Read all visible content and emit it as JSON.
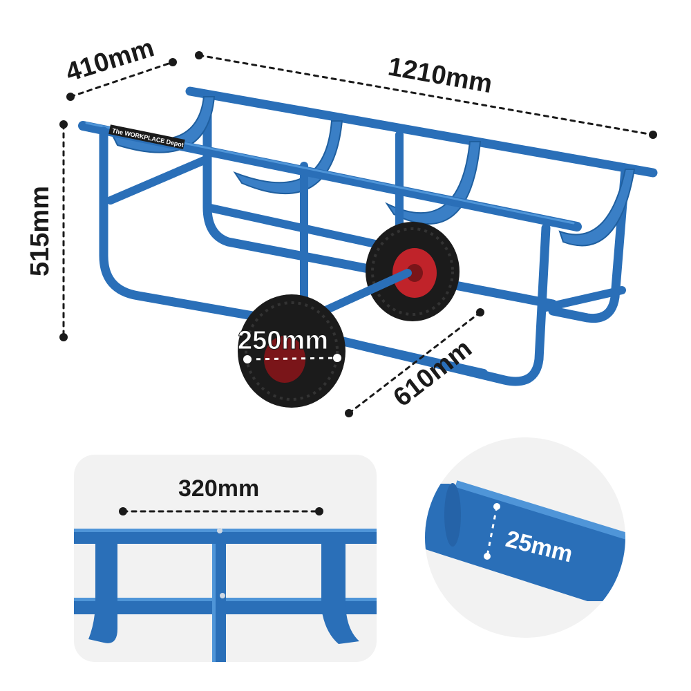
{
  "logo_text": "The WORKPLACE Depot",
  "dimensions": {
    "depth": "410mm",
    "length": "1210mm",
    "height": "515mm",
    "wheel_diameter": "250mm",
    "wheelbase": "610mm",
    "cradle_spacing": "320mm",
    "tube_diameter": "25mm"
  },
  "colors": {
    "frame_blue": "#2a6fb8",
    "tyre": "#1b1b1b",
    "hub": "#c0232a",
    "dimension_line": "#1a1a1a"
  }
}
